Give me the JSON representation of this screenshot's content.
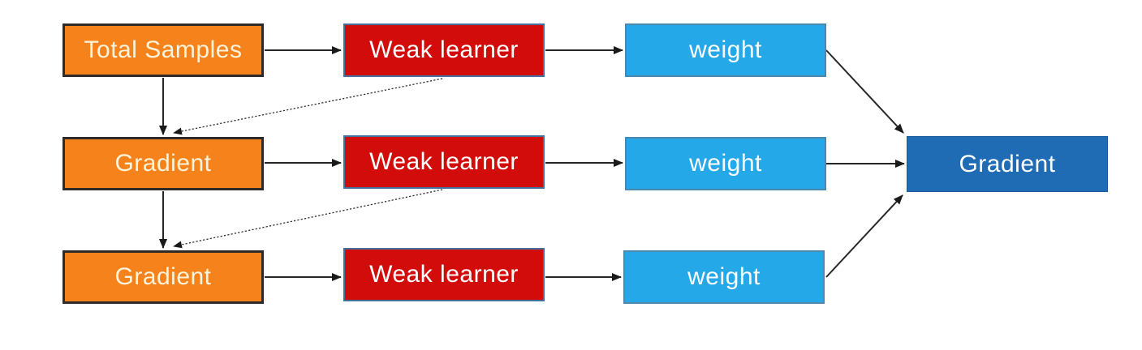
{
  "diagram": {
    "title": "gradient-boosting-flow",
    "colors": {
      "orange_fill": "#F6821C",
      "orange_border": "#2F2A28",
      "orange_text": "#FCF3DB",
      "red_fill": "#D20B0B",
      "red_border": "#41719C",
      "cyan_fill": "#24A8E8",
      "cyan_border": "#4E86AC",
      "darkblue_fill": "#1F6BB4",
      "text_white": "#FFFFFF",
      "arrow": "#262626",
      "background": "#FFFFFF"
    },
    "nodes": [
      {
        "id": "total-samples",
        "label": "Total Samples",
        "type": "orange",
        "row": 1,
        "col": 1
      },
      {
        "id": "weak-learner-1",
        "label": "Weak learner",
        "type": "red",
        "row": 1,
        "col": 2
      },
      {
        "id": "weight-1",
        "label": "weight",
        "type": "cyan",
        "row": 1,
        "col": 3
      },
      {
        "id": "gradient-2",
        "label": "Gradient",
        "type": "orange",
        "row": 2,
        "col": 1
      },
      {
        "id": "weak-learner-2",
        "label": "Weak learner",
        "type": "red",
        "row": 2,
        "col": 2
      },
      {
        "id": "weight-2",
        "label": "weight",
        "type": "cyan",
        "row": 2,
        "col": 3
      },
      {
        "id": "gradient-3",
        "label": "Gradient",
        "type": "orange",
        "row": 3,
        "col": 1
      },
      {
        "id": "weak-learner-3",
        "label": "Weak learner",
        "type": "red",
        "row": 3,
        "col": 2
      },
      {
        "id": "weight-3",
        "label": "weight",
        "type": "cyan",
        "row": 3,
        "col": 3
      },
      {
        "id": "gradient-final",
        "label": "Gradient",
        "type": "darkblue",
        "row": 2,
        "col": 4
      }
    ],
    "edges": [
      {
        "from": "total-samples",
        "to": "weak-learner-1",
        "style": "solid"
      },
      {
        "from": "weak-learner-1",
        "to": "weight-1",
        "style": "solid"
      },
      {
        "from": "total-samples",
        "to": "gradient-2",
        "style": "solid"
      },
      {
        "from": "weak-learner-1",
        "to": "gradient-2",
        "style": "dotted"
      },
      {
        "from": "gradient-2",
        "to": "weak-learner-2",
        "style": "solid"
      },
      {
        "from": "weak-learner-2",
        "to": "weight-2",
        "style": "solid"
      },
      {
        "from": "gradient-2",
        "to": "gradient-3",
        "style": "solid"
      },
      {
        "from": "weak-learner-2",
        "to": "gradient-3",
        "style": "dotted"
      },
      {
        "from": "gradient-3",
        "to": "weak-learner-3",
        "style": "solid"
      },
      {
        "from": "weak-learner-3",
        "to": "weight-3",
        "style": "solid"
      },
      {
        "from": "weight-1",
        "to": "gradient-final",
        "style": "solid"
      },
      {
        "from": "weight-2",
        "to": "gradient-final",
        "style": "solid"
      },
      {
        "from": "weight-3",
        "to": "gradient-final",
        "style": "solid"
      }
    ]
  }
}
